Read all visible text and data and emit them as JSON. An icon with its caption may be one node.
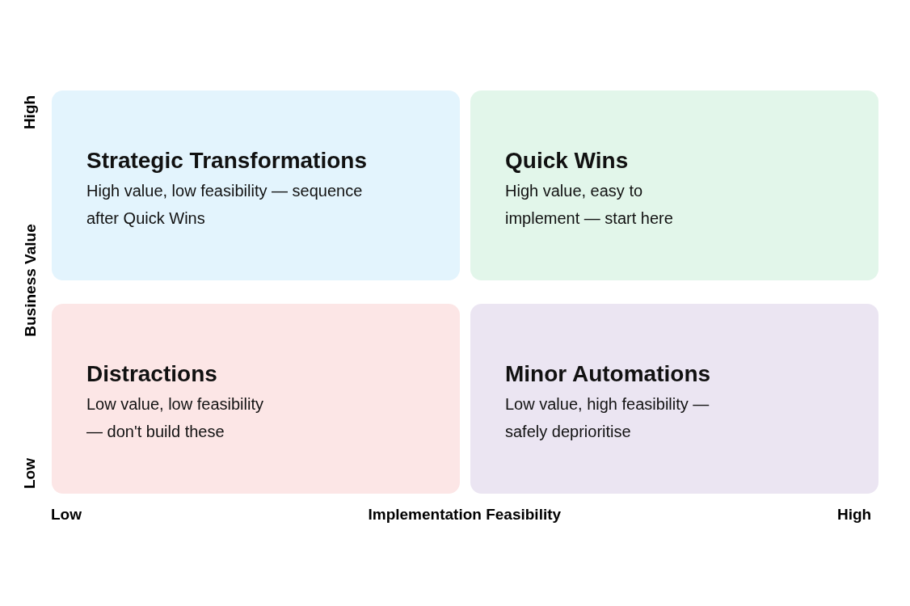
{
  "diagram": {
    "nodes": [
      {
        "text": [
          "Strategic Transformations",
          "High value, low feasibility — sequence after Quick Wins"
        ]
      },
      {
        "text": [
          "Quick Wins",
          "High value, easy to implement — start here"
        ]
      },
      {
        "text": [
          "Distractions",
          "Low value, low feasibility — don't build these"
        ]
      },
      {
        "text": [
          "Minor Automations",
          "Low value, high feasibility — safely deprioritise"
        ]
      }
    ],
    "labels": [
      "High",
      "Business Value",
      "Low",
      "Low",
      "Implementation Feasibility",
      "High"
    ]
  }
}
